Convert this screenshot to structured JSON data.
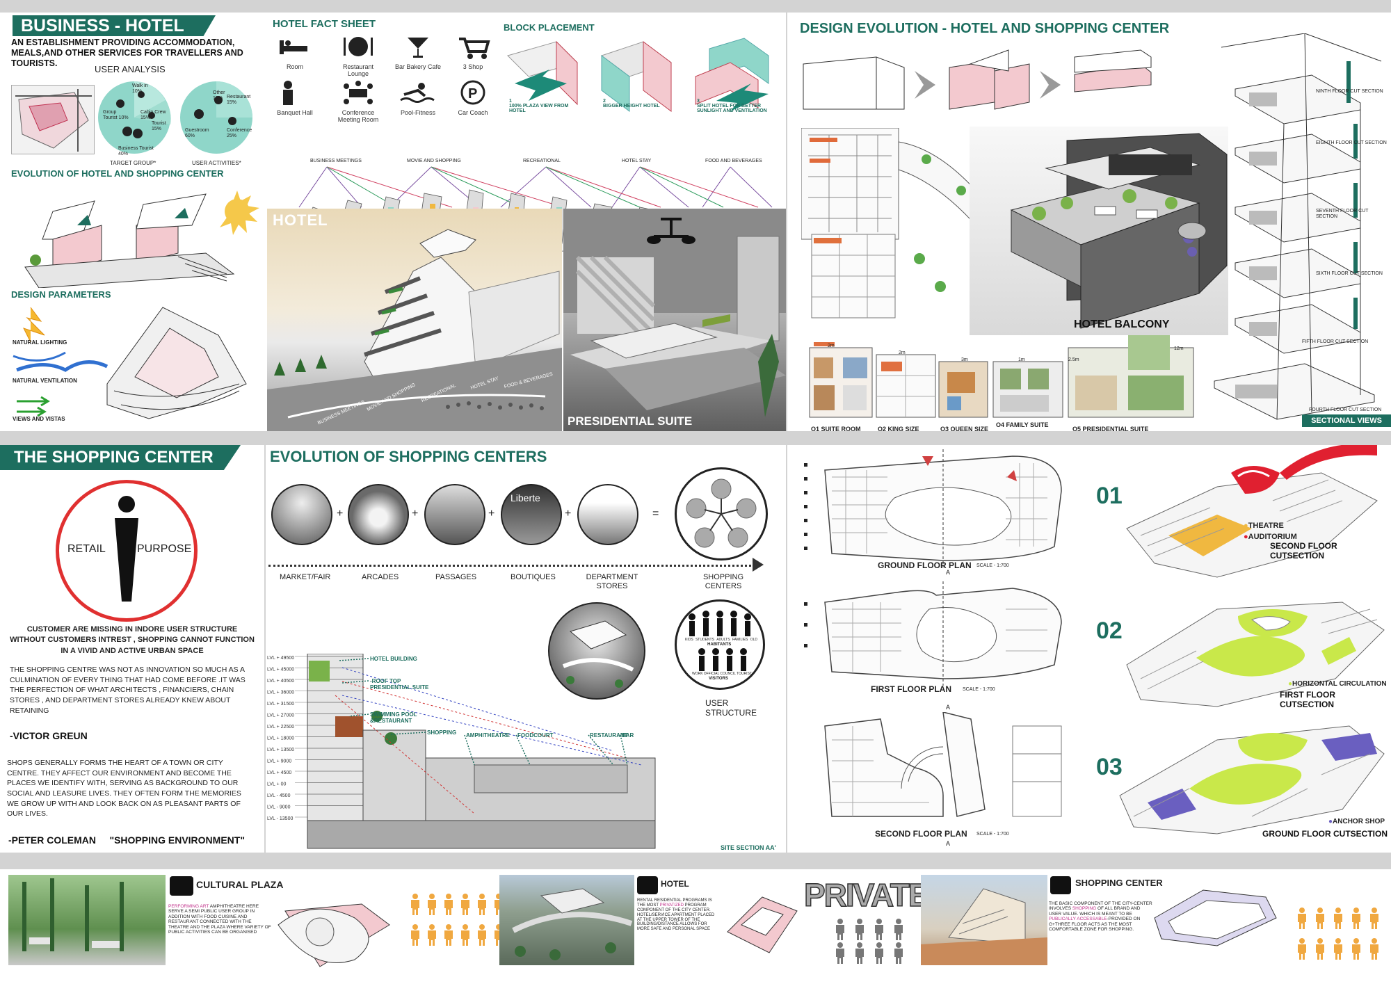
{
  "hotel": {
    "title": "BUSINESS - HOTEL",
    "definition": "AN ESTABLISHMENT PROVIDING ACCOMMODATION, MEALS,AND OTHER SERVICES FOR TRAVELLERS AND TOURISTS.",
    "user_analysis": "USER ANALYSIS",
    "target_group": "TARGET GROUP*",
    "user_activities": "USER ACTIVITIES*",
    "target_segments": [
      "Walk in 10%",
      "Group Tourist 10%",
      "Cabin Crew 15%",
      "Tourist 15%",
      "Business Tourist 40%"
    ],
    "activity_segments": [
      "Other 10%",
      "Restaurant 15%",
      "Guestroom 60%",
      "Conference 25%"
    ],
    "evolution_title": "EVOLUTION OF HOTEL AND SHOPPING CENTER",
    "design_parameters_title": "DESIGN PARAMETERS",
    "parameters": [
      "NATURAL LIGHTING",
      "NATURAL VENTILATION",
      "VIEWS AND VISTAS"
    ]
  },
  "fact_sheet": {
    "title": "HOTEL FACT SHEET",
    "items": [
      {
        "icon": "bed-icon",
        "label": "Room"
      },
      {
        "icon": "plate-icon",
        "label": "Restaurant Lounge"
      },
      {
        "icon": "cocktail-icon",
        "label": "Bar Bakery Cafe"
      },
      {
        "icon": "cart-icon",
        "label": "3 Shop"
      },
      {
        "icon": "person-icon",
        "label": "Banquet Hall"
      },
      {
        "icon": "conference-icon",
        "label": "Conference Meeting Room"
      },
      {
        "icon": "pool-icon",
        "label": "Pool-Fitness"
      },
      {
        "icon": "parking-icon",
        "label": "Car Coach"
      }
    ]
  },
  "block_placement": {
    "title": "BLOCK PLACEMENT",
    "steps": [
      {
        "num": "1",
        "text": "100% PLAZA VIEW FROM HOTEL"
      },
      {
        "num": "2",
        "text": "BIGGER HEIGHT HOTEL"
      },
      {
        "num": "3",
        "text": "SPLIT HOTEL FOR BETTER SUNLIGHT AND VENTILATION"
      }
    ]
  },
  "activity_strip": [
    "BUSINESS MEETINGS",
    "MOVIE AND SHOPPING",
    "RECREATIONAL",
    "HOTEL STAY",
    "FOOD AND BEVERAGES"
  ],
  "render_labels": {
    "hotel": "HOTEL",
    "suite": "PRESIDENTIAL SUITE",
    "strip_labels": [
      "BUSINESS MEETINGS",
      "MOVIE AND SHOPPING",
      "RECREATIONAL",
      "HOTEL STAY",
      "FOOD & BEVERAGES"
    ]
  },
  "design_evolution": {
    "title": "DESIGN EVOLUTION - HOTEL AND SHOPPING CENTER",
    "balcony": "HOTEL BALCONY",
    "rooms": [
      "O1 SUITE ROOM",
      "O2 KING SIZE",
      "O3 QUEEN SIZE",
      "O4 FAMILY SUITE",
      "O5 PRESIDENTIAL SUITE"
    ],
    "dims": [
      "2m",
      "2m",
      "3m",
      "1m",
      "2.5m",
      "12m"
    ]
  },
  "sectional": {
    "floors": [
      "NINTH FLOOR CUT SECTION",
      "EIGHTH FLOOR CUT SECTION",
      "SEVENTH FLOOR CUT SECTION",
      "SIXTH FLOOR CUT SECTION",
      "FIFTH FLOOR CUT SECTION",
      "FOURTH FLOOR CUT SECTION"
    ],
    "title": "SECTIONAL VIEWS"
  },
  "shopping": {
    "title": "THE SHOPPING CENTER",
    "retail": "RETAIL",
    "purpose": "PURPOSE",
    "missing": "CUSTOMER ARE MISSING IN INDORE USER STRUCTURE WITHOUT CUSTOMERS INTREST , SHOPPING CANNOT FUNCTION IN A VIVID AND ACTIVE URBAN SPACE",
    "quote1": "THE SHOPPING CENTRE WAS NOT AS INNOVATION SO MUCH AS A CULMINATION OF EVERY THING THAT HAD COME BEFORE .IT WAS THE PERFECTION OF WHAT ARCHITECTS , FINANCIERS, CHAIN STORES , AND DEPARTMENT STORES ALREADY KNEW ABOUT  RETAINING",
    "author1": "-VICTOR GREUN",
    "quote2": "SHOPS GENERALLY FORMS THE HEART OF A TOWN OR CITY CENTRE. THEY AFFECT OUR ENVIRONMENT AND BECOME THE PLACES WE IDENTIFY WITH, SERVING AS BACKGROUND TO OUR SOCIAL AND LEASURE LIVES. THEY OFTEN FORM THE MEMORIES WE GROW UP WITH AND LOOK BACK ON AS PLEASANT PARTS OF OUR LIVES.",
    "author2": "-PETER COLEMAN     \"SHOPPING ENVIRONMENT\""
  },
  "evolution_sc": {
    "title": "EVOLUTION OF SHOPPING CENTERS",
    "stages": [
      "MARKET/FAIR",
      "ARCADES",
      "PASSAGES",
      "BOUTIQUES",
      "DEPARTMENT STORES",
      "SHOPPING CENTERS"
    ],
    "sign": "Liberte",
    "user_structure": "USER STRUCTURE",
    "habitants": "HABITANTS",
    "visitors": "VISITORS",
    "habitant_types": [
      "KIDS",
      "STUDENTS",
      "ADULTS",
      "FAMILIES",
      "OLD"
    ],
    "visitor_types": [
      "WORK",
      "OFFICIAL",
      "COUNCIL",
      "TOURIST"
    ]
  },
  "section": {
    "levels": [
      "LVL + 49500",
      "LVL + 45000",
      "LVL + 40500",
      "LVL + 36000",
      "LVL + 31500",
      "LVL + 27000",
      "LVL + 22500",
      "LVL + 18000",
      "LVL + 13500",
      "LVL + 9000",
      "LVL + 4500",
      "LVL + 00",
      "LVL - 4500",
      "LVL - 9000",
      "LVL - 13500"
    ],
    "labels": [
      "HOTEL BUILDING",
      "-ROOF TOP PRESIDENTIAL SUITE",
      "SWIMMING POOL &RESTAURANT",
      "SHOPPING",
      "AMPHITHEATRE",
      "FOODCOURT",
      "RESTAURANT",
      "BAR"
    ],
    "caption": "SITE SECTION AA'"
  },
  "plans": {
    "ground": "GROUND FLOOR PLAN",
    "first": "FIRST FLOOR PLAN",
    "second": "SECOND FLOOR PLAN",
    "scale": "SCALE - 1:700",
    "a_marker": "A"
  },
  "cutsections": {
    "nums": [
      "01",
      "02",
      "03"
    ],
    "legend1": [
      "THEATRE",
      "AUDITORIUM"
    ],
    "title1": "SECOND  FLOOR CUTSECTION",
    "legend2": "HORIZONTAL CIRCULATION",
    "title2": "FIRST FLOOR CUTSECTION",
    "legend3": "ANCHOR SHOP",
    "title3": "GROUND FLOOR CUTSECTION",
    "colors": {
      "theatre": "#f0b840",
      "auditorium": "#e02030",
      "circulation": "#c9e84a",
      "anchor": "#6a5fc0"
    }
  },
  "bottom": {
    "cultural_title": "CULTURAL PLAZA",
    "cultural_text_hl": "PERFORMING ART",
    "cultural_text": " AMPHITHEATRE HERE SERVE A SEMI PUBLIC USER GROUP IN ADDITION WITH FOOD CUISINE AND RESTAURANT CONNECTED WITH THE THEATRE AND THE PLAZA WHERE VARIETY OF PUBLIC ACTIVITIES CAN BE ORGANISED",
    "hotel_title": "HOTEL",
    "hotel_text_a": "RENTAL RESIDENTIAL PROGRAMS IS THE MOST ",
    "hotel_text_hl": "PRIVATIZED",
    "hotel_text_b": " PROGRAM COMPONENT OF THE CITY CENTER. HOTEL/SERVICE APARTMENT PLACED AT THE UPPER TOWER OF THE BUILDING/DISTANCE ALLOWS FOR MORE SAFE AND PERSONAL SPACE",
    "private": "PRIVATE",
    "shop_title": "SHOPPING CENTER",
    "shop_text_a": "THE BASIC COMPONENT OF THE CITY-CENTER INVOLVES ",
    "shop_text_hl1": "SHOPPING",
    "shop_text_b": " OF ALL BRAND AND USER VALUE. WHICH IS MEANT TO BE ",
    "shop_text_hl2": "PUBLICALLY ACCESSABLE",
    "shop_text_c": "-PROVIDED ON G+THREE FLOOR ACTS AS THE MOST COMFORTABLE ZONE FOR SHOPPING."
  },
  "colors": {
    "teal": "#1d6e5f",
    "pink": "#f3c9cf",
    "mint": "#8fd6c9",
    "orange_people": "#f0a840",
    "gray_people": "#777777",
    "highlight": "#c0308a"
  }
}
